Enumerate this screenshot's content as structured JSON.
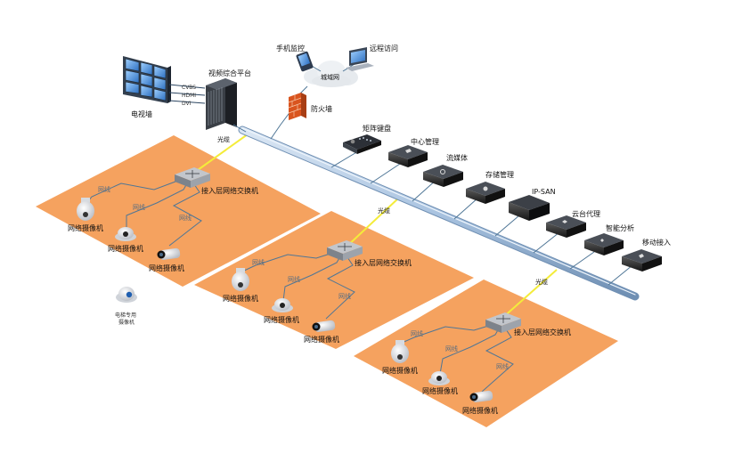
{
  "video_wall": {
    "label": "电视墙"
  },
  "video_platform": {
    "label": "视频综合平台",
    "ports": [
      "CVBS",
      "HDMI",
      "DVI"
    ]
  },
  "mobile_monitor": {
    "label": "手机监控"
  },
  "remote_access": {
    "label": "远程访问"
  },
  "wan": {
    "label": "城域网"
  },
  "firewall": {
    "label": "防火墙"
  },
  "fiber_label": "光缆",
  "network_line_label": "网线",
  "backbone_devices": [
    {
      "label": "矩阵键盘"
    },
    {
      "label": "中心管理"
    },
    {
      "label": "流媒体"
    },
    {
      "label": "存储管理"
    },
    {
      "label": "IP-SAN"
    },
    {
      "label": "云台代理"
    },
    {
      "label": "智能分析"
    },
    {
      "label": "移动接入"
    }
  ],
  "zones": [
    {
      "switch_label": "接入层网络交换机",
      "camera_labels": [
        "网络摄像机",
        "网络摄像机",
        "网络摄像机"
      ]
    },
    {
      "switch_label": "接入层网络交换机",
      "camera_labels": [
        "网络摄像机",
        "网络摄像机",
        "网络摄像机"
      ]
    },
    {
      "switch_label": "接入层网络交换机",
      "camera_labels": [
        "网络摄像机",
        "网络摄像机",
        "网络摄像机"
      ]
    }
  ],
  "elevator_camera": {
    "label_line1": "电梯专用",
    "label_line2": "摄像机"
  },
  "colors": {
    "zone_fill": "#f5a25f",
    "backbone": "#a9c3e0",
    "wire": "#4f7696",
    "fiber": "#f4ec3a"
  }
}
